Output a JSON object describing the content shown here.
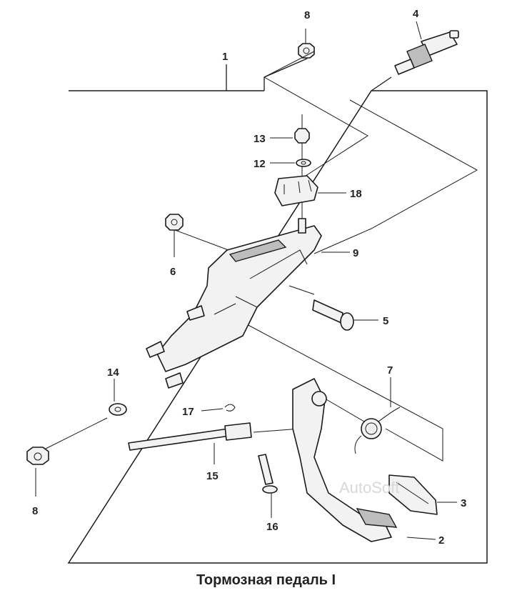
{
  "caption": "Тормозная педаль I",
  "watermark": "AutoSoft",
  "callouts": {
    "c1": "1",
    "c2": "2",
    "c3": "3",
    "c4": "4",
    "c5": "5",
    "c6": "6",
    "c7": "7",
    "c8a": "8",
    "c8b": "8",
    "c9": "9",
    "c12": "12",
    "c13": "13",
    "c14": "14",
    "c15": "15",
    "c16": "16",
    "c17": "17",
    "c18": "18"
  }
}
